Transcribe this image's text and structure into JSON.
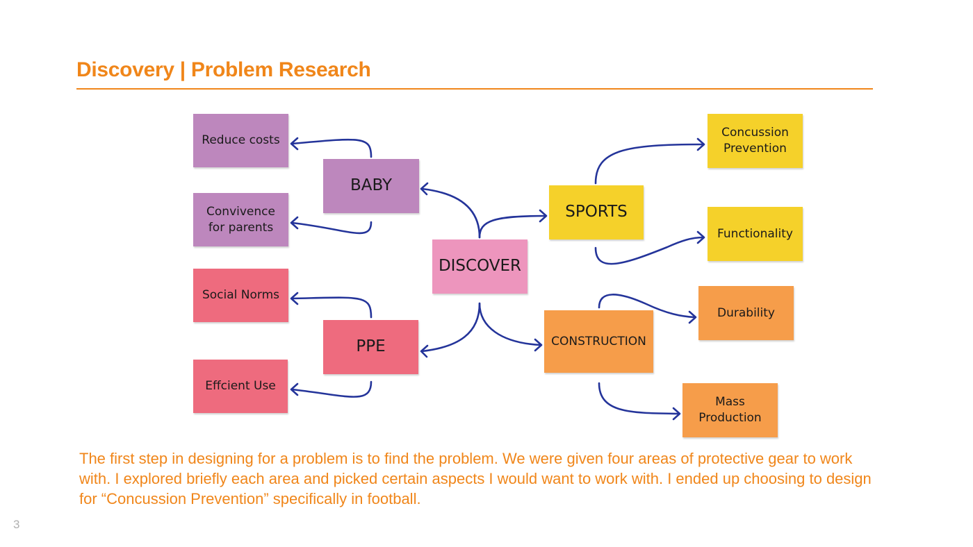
{
  "slide": {
    "title": "Discovery | Problem Research",
    "page_number": "3",
    "accent_color": "#f0861a",
    "body": "The first step in designing for a problem is to find the problem. We were given four areas of protective gear to work with. I explored briefly each area and picked certain aspects I would want to work with. I ended up choosing to design for “Concussion Prevention” specifically in football."
  },
  "diagram": {
    "center": {
      "label": "DISCOVER",
      "color": "#ed95bd"
    },
    "branches": {
      "baby": {
        "label": "BABY",
        "color": "#bd87bd",
        "children": [
          "Reduce costs",
          "Convivence for parents"
        ]
      },
      "ppe": {
        "label": "PPE",
        "color": "#ee6b7e",
        "children": [
          "Social Norms",
          "Effcient Use"
        ]
      },
      "sports": {
        "label": "SPORTS",
        "color": "#f5d12a",
        "children": [
          "Concussion Prevention",
          "Functionality"
        ]
      },
      "construction": {
        "label": "CONSTRUCTION",
        "color": "#f69d4a",
        "children": [
          "Durability",
          "Mass Production"
        ]
      }
    },
    "arrow_color": "#24349a"
  }
}
